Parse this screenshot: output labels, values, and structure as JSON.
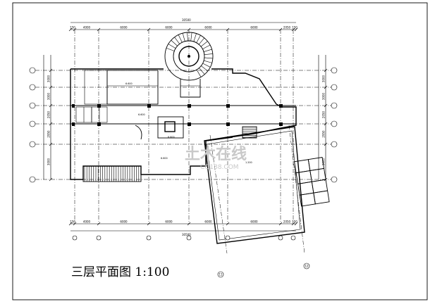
{
  "drawing": {
    "title": "三层平面图 1:100"
  },
  "dimensions": {
    "top": [
      "150",
      "4000",
      "6000",
      "6000",
      "6000",
      "6000",
      "2050",
      "150"
    ],
    "top_total": "30500",
    "bottom": [
      "150",
      "4000",
      "6000",
      "6000",
      "6000",
      "6000",
      "2050",
      "150"
    ],
    "bottom_total": "30500",
    "left": [
      "3000",
      "3000",
      "2050",
      "2950",
      "3000"
    ],
    "right": [
      "3000",
      "3000",
      "2050",
      "2950",
      "3000"
    ]
  },
  "axis_bubbles": {
    "bottom_angled": [
      "11",
      "12"
    ]
  },
  "room_labels": {
    "upper_room": "6.600",
    "center_elev": "6.600",
    "corridor_elev": "6.600",
    "lower_mid": "6.600",
    "right_room": "1.200"
  },
  "watermark": {
    "text": "土木在线",
    "sub": "CO188.COM"
  }
}
